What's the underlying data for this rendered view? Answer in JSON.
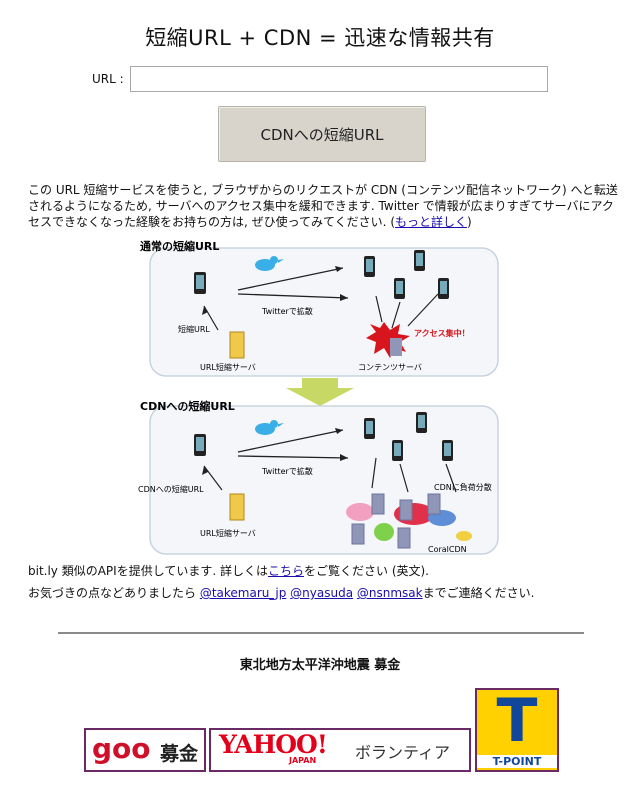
{
  "header": {
    "title": "短縮URL + CDN = 迅速な情報共有"
  },
  "form": {
    "url_label": "URL :",
    "url_value": "",
    "submit_label": "CDNへの短縮URL"
  },
  "description": {
    "text": "この URL 短縮サービスを使うと, ブラウザからのリクエストが CDN (コンテンツ配信ネットワーク) へと転送されるようになるため, サーバへのアクセス集中を緩和できます. Twitter で情報が広まりすぎてサーバにアクセスできなくなった経験をお持ちの方は, ぜひ使ってみてください. ",
    "more_link": "もっと詳しく",
    "open_paren": "(",
    "close_paren": ")"
  },
  "diagram": {
    "top": {
      "heading": "通常の短縮URL",
      "short_url": "短縮URL",
      "twitter": "Twitterで拡散",
      "url_server": "URL短縮サーバ",
      "content_server": "コンテンツサーバ",
      "overload": "アクセス集中！"
    },
    "bottom": {
      "heading": "CDNへの短縮URL",
      "short_url": "CDNへの短縮URL",
      "twitter": "Twitterで拡散",
      "url_server": "URL短縮サーバ",
      "cdn_load": "CDNに負荷分散",
      "coralcdn": "CoralCDN"
    }
  },
  "footer": {
    "line1_a": "bit.ly 類似のAPIを提供しています. 詳しくは",
    "line1_link": "こちら",
    "line1_b": "をご覧ください (英文).",
    "line2_a": "お気づきの点などありましたら ",
    "contact1": "@takemaru_jp",
    "contact2": "@nyasuda",
    "contact3": "@nsnmsak",
    "line2_b": "までご連絡ください."
  },
  "donation": {
    "title": "東北地方太平洋沖地震 募金",
    "goo_logo": "goo",
    "goo_label": "募金",
    "yahoo_logo": "YAHOO!",
    "yahoo_sub": "JAPAN",
    "yahoo_label": "ボランティア",
    "tpoint_label": "T-POINT",
    "tpoint_letter": "T"
  },
  "colors": {
    "link": "#1a0dab",
    "button": "#d8d4cc",
    "arrow": "#c8d864",
    "goo_red": "#d0102a",
    "tpoint_yellow": "#ffd100",
    "tpoint_blue": "#10479a"
  }
}
